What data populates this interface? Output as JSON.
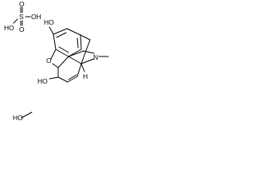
{
  "sulfuric_acid": {
    "label_top": "O",
    "label_oh_right": "OH",
    "label_s": "S",
    "label_bottom": "O",
    "label_ho_left": "HO"
  },
  "morphine": {
    "label_phenol_oh": "HO",
    "label_ring_o": "O",
    "label_n": "N",
    "label_alcohol_oh": "HO",
    "label_h": "H"
  },
  "methanol": {
    "label_ho": "HO"
  }
}
